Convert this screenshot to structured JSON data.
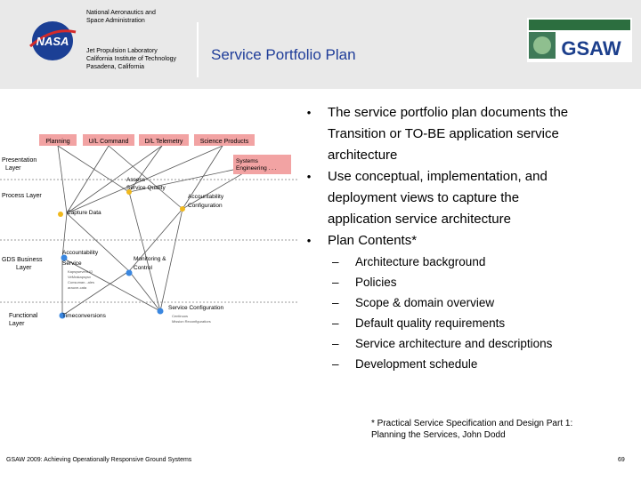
{
  "header": {
    "agency_line1": "National Aeronautics and",
    "agency_line2": "Space Administration",
    "jpl_line1": "Jet Propulsion Laboratory",
    "jpl_line2": "California Institute of Technology",
    "jpl_line3": "Pasadena, California",
    "title": "Service Portfolio Plan",
    "nasa_logo": "NASA",
    "gsaw_logo": "GSAW"
  },
  "bullets": [
    {
      "lines": [
        "The service portfolio plan documents the",
        "Transition or TO-BE application service",
        "architecture"
      ]
    },
    {
      "lines": [
        "Use conceptual, implementation, and",
        "deployment views to capture the",
        "application service architecture"
      ]
    },
    {
      "lines": [
        "Plan Contents*"
      ]
    }
  ],
  "plan_contents": [
    "Architecture background",
    "Policies",
    "Scope & domain overview",
    "Default quality requirements",
    "Service architecture and descriptions",
    "Development schedule"
  ],
  "footnote": {
    "line1": "* Practical Service Specification and Design Part 1:",
    "line2": "Planning the Services, John Dodd"
  },
  "footer": "GSAW 2009: Achieving Operationally Responsive Ground Systems",
  "page_number": "69",
  "diagram": {
    "top_boxes": [
      "Planning",
      "U/L Command",
      "D/L Telemetry",
      "Science Products"
    ],
    "systems_box_line1": "Systems",
    "systems_box_line2": "Engineering . . .",
    "layers": {
      "presentation_line1": "Presentation",
      "presentation_line2": "Layer",
      "process": "Process Layer",
      "gds_line1": "GDS Business",
      "gds_line2": "Layer",
      "functional_line1": "Functional",
      "functional_line2": "Layer"
    },
    "nodes": {
      "assess_line1": "Assess",
      "assess_line2": "Service Quality",
      "accountability_config_line1": "Accountability",
      "accountability_config_line2": "Configuration",
      "capture_data": "Capture Data",
      "accountability_service_line1": "Accountability",
      "accountability_service_line2": "Service",
      "monitoring_line1": "Monitoring &",
      "monitoring_line2": "Control",
      "service_config": "Service Configuration",
      "timeconversions": "Timeconversions"
    },
    "small_notes": {
      "accountability": [
        "Kapsysevent-ID",
        "VeMrakapsysv",
        "Cunsuman...ales",
        "arauve-cata"
      ],
      "service_config": [
        "Centinuos",
        "Mission Reconfiguratiors"
      ]
    },
    "colors": {
      "box_fill": "#f2a3a3",
      "blue_node": "#3a87e0",
      "yellow_node": "#f0b81c",
      "line": "#555555"
    }
  }
}
